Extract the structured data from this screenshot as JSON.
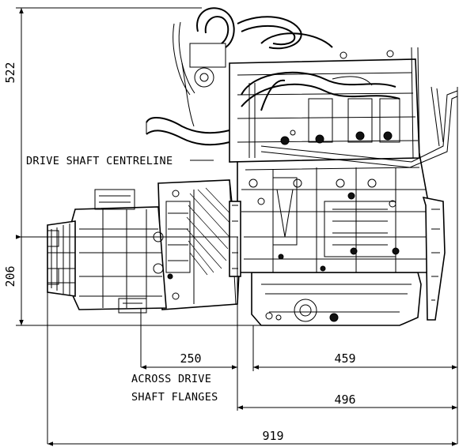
{
  "dimensions": {
    "height_total": "522",
    "height_lower": "206",
    "across_flanges": "250",
    "engine_right": "459",
    "drive_right": "496",
    "overall_length": "919"
  },
  "labels": {
    "drive_shaft_centreline": "DRIVE SHAFT CENTRELINE",
    "across_drive_line1": "ACROSS DRIVE",
    "across_drive_line2": "SHAFT FLANGES"
  }
}
